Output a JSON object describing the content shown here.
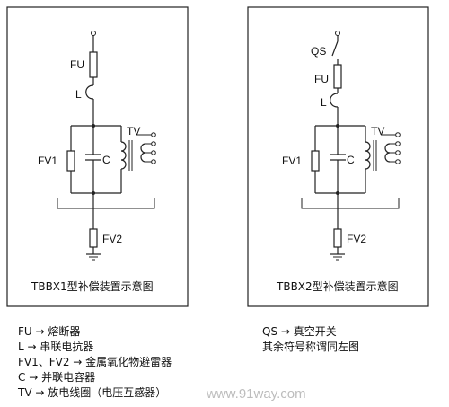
{
  "left_panel": {
    "labels": {
      "fu": "FU",
      "l": "L",
      "tv": "TV",
      "fv1": "FV1",
      "c": "C",
      "fv2": "FV2"
    },
    "caption": "TBBX1型补偿装置示意图"
  },
  "right_panel": {
    "labels": {
      "qs": "QS",
      "fu": "FU",
      "l": "L",
      "tv": "TV",
      "fv1": "FV1",
      "c": "C",
      "fv2": "FV2"
    },
    "caption": "TBBX2型补偿装置示意图"
  },
  "legend_left": [
    "FU → 熔断器",
    "L → 串联电抗器",
    "FV1、FV2 → 金属氧化物避雷器",
    "C → 并联电容器",
    "TV → 放电线圈（电压互感器）"
  ],
  "legend_right": [
    "QS → 真空开关",
    "其余符号称谓同左图"
  ],
  "watermark": "www.91way.com"
}
